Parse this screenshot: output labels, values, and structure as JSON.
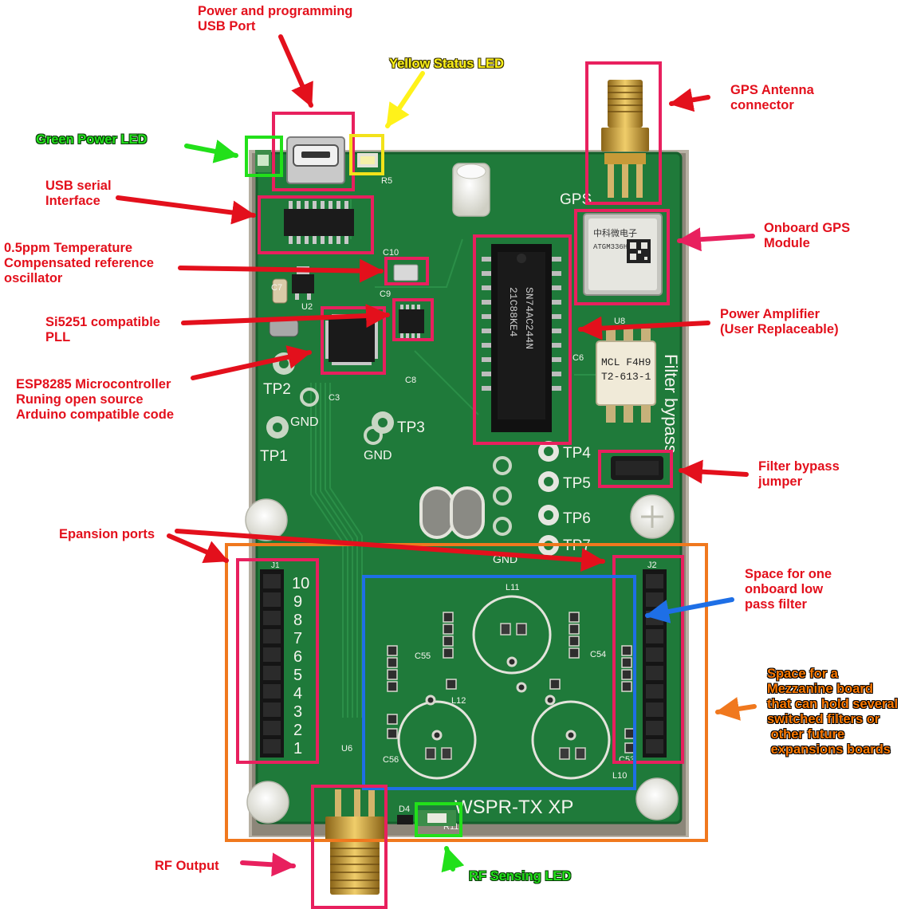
{
  "annotations": {
    "usb_port": "Power and programming\nUSB Port",
    "yellow_led": "Yellow Status LED",
    "gps_antenna": "GPS Antenna\nconnector",
    "green_led": "Green Power LED",
    "usb_serial": "USB serial\nInterface",
    "onboard_gps": "Onboard GPS\nModule",
    "tcxo": "0.5ppm Temperature\nCompensated reference\noscillator",
    "pll": "Si5251 compatible\nPLL",
    "power_amp": "Power Amplifier\n(User Replaceable)",
    "mcu": "ESP8285 Microcontroller\nRuning open source\nArduino compatible code",
    "filter_jumper": "Filter bypass\njumper",
    "expansion_ports": "Epansion ports",
    "lpf_space": "Space for one\nonboard low\npass filter",
    "mezzanine": "Space for a\nMezzanine board\nthat can hold several\nswitched filters or\n other future\n expansions boards",
    "rf_output": "RF Output",
    "rf_led": "RF Sensing LED"
  },
  "silkscreen": {
    "tp1": "TP1",
    "tp2": "TP2",
    "tp3": "TP3",
    "tp4": "TP4",
    "tp5": "TP5",
    "tp6": "TP6",
    "tp7": "TP7",
    "gnd": "GND",
    "gps": "GPS",
    "filter_bypass": "Filter bypass",
    "board_name": "WSPR-TX XP",
    "j1": "J1",
    "j2": "J2",
    "l10": "L10",
    "l11": "L11",
    "l12": "L12",
    "c3": "C3",
    "c6": "C6",
    "c7": "C7",
    "c8": "C8",
    "c9": "C9",
    "c10": "C10",
    "c53": "C53",
    "c54": "C54",
    "c55": "C55",
    "c56": "C56",
    "u2": "U2",
    "u6": "U6",
    "u8": "U8",
    "r5": "R5",
    "r11": "R11",
    "d4": "D4",
    "pin_numbers": [
      "10",
      "9",
      "8",
      "7",
      "6",
      "5",
      "4",
      "3",
      "2",
      "1"
    ]
  },
  "chips": {
    "pa_line1": "21C88KE4",
    "pa_line2": "SN74AC244N",
    "filter_line1": "MCL F4H9",
    "filter_line2": "T2-613-1",
    "gps_line1": "中科微电子",
    "gps_line2": "ATGM336H"
  },
  "colors": {
    "pcb": "#1f7a3a",
    "red_label": "#e3101c",
    "green_label": "#22e01a",
    "yellow_label": "#fff21a",
    "orange_label": "#ff7a00",
    "highlight_pink": "#e8205e",
    "highlight_blue": "#1e6fe6",
    "highlight_orange": "#f0781e"
  }
}
